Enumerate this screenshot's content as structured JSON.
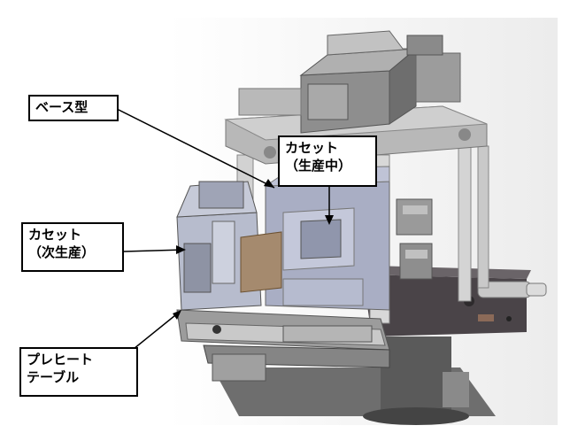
{
  "callouts": {
    "base_mold": "ベース型",
    "cassette_in_production": "カセット\n（生産中）",
    "cassette_next": "カセット\n（次生産）",
    "preheat_table": "プレヒート\nテーブル"
  }
}
